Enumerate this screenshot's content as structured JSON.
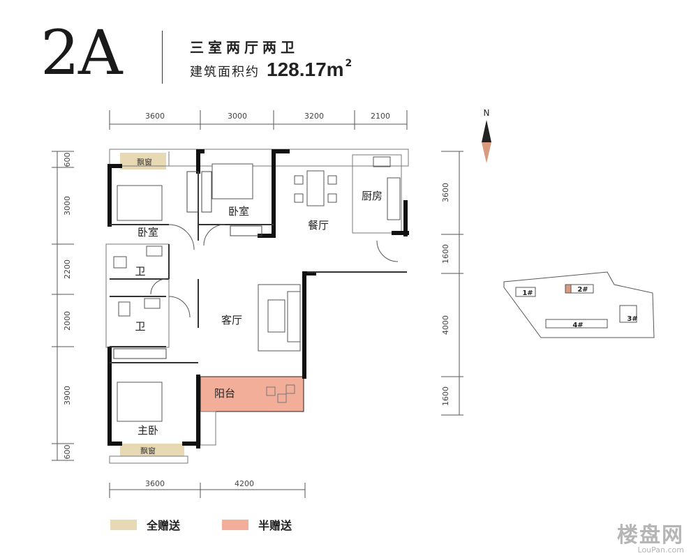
{
  "title": {
    "code": "2A",
    "rooms": "三室两厅两卫",
    "area_label": "建筑面积约",
    "area_value": "128.17",
    "area_unit": "m",
    "area_sup": "2"
  },
  "dimensions": {
    "top": [
      "3600",
      "3000",
      "3200",
      "2100"
    ],
    "bottom": [
      "3600",
      "4200"
    ],
    "left": [
      "600",
      "3000",
      "2200",
      "2000",
      "3900",
      "600"
    ],
    "right": [
      "3600",
      "1600",
      "4000",
      "1600"
    ]
  },
  "rooms": {
    "bedroom_nw": "卧室",
    "bedroom_n": "卧室",
    "dining": "餐厅",
    "kitchen": "厨房",
    "bath_1": "卫",
    "bath_2": "卫",
    "living": "客厅",
    "balcony": "阳台",
    "master_bedroom": "主卧",
    "bay_window_top": "飘窗",
    "bay_window_bottom": "飘窗"
  },
  "compass": {
    "label": "N"
  },
  "site_map": {
    "buildings": [
      "1#",
      "2#",
      "4#",
      "3#"
    ]
  },
  "legend": [
    {
      "label": "全赠送",
      "color": "#e8d9b5"
    },
    {
      "label": "半赠送",
      "color": "#f2ae99"
    }
  ],
  "colors": {
    "full_gift": "#e8d9b5",
    "half_gift": "#f2ae99",
    "wall": "#111111"
  },
  "watermark": {
    "main": "楼盘网",
    "sub": "LouPan.com"
  }
}
